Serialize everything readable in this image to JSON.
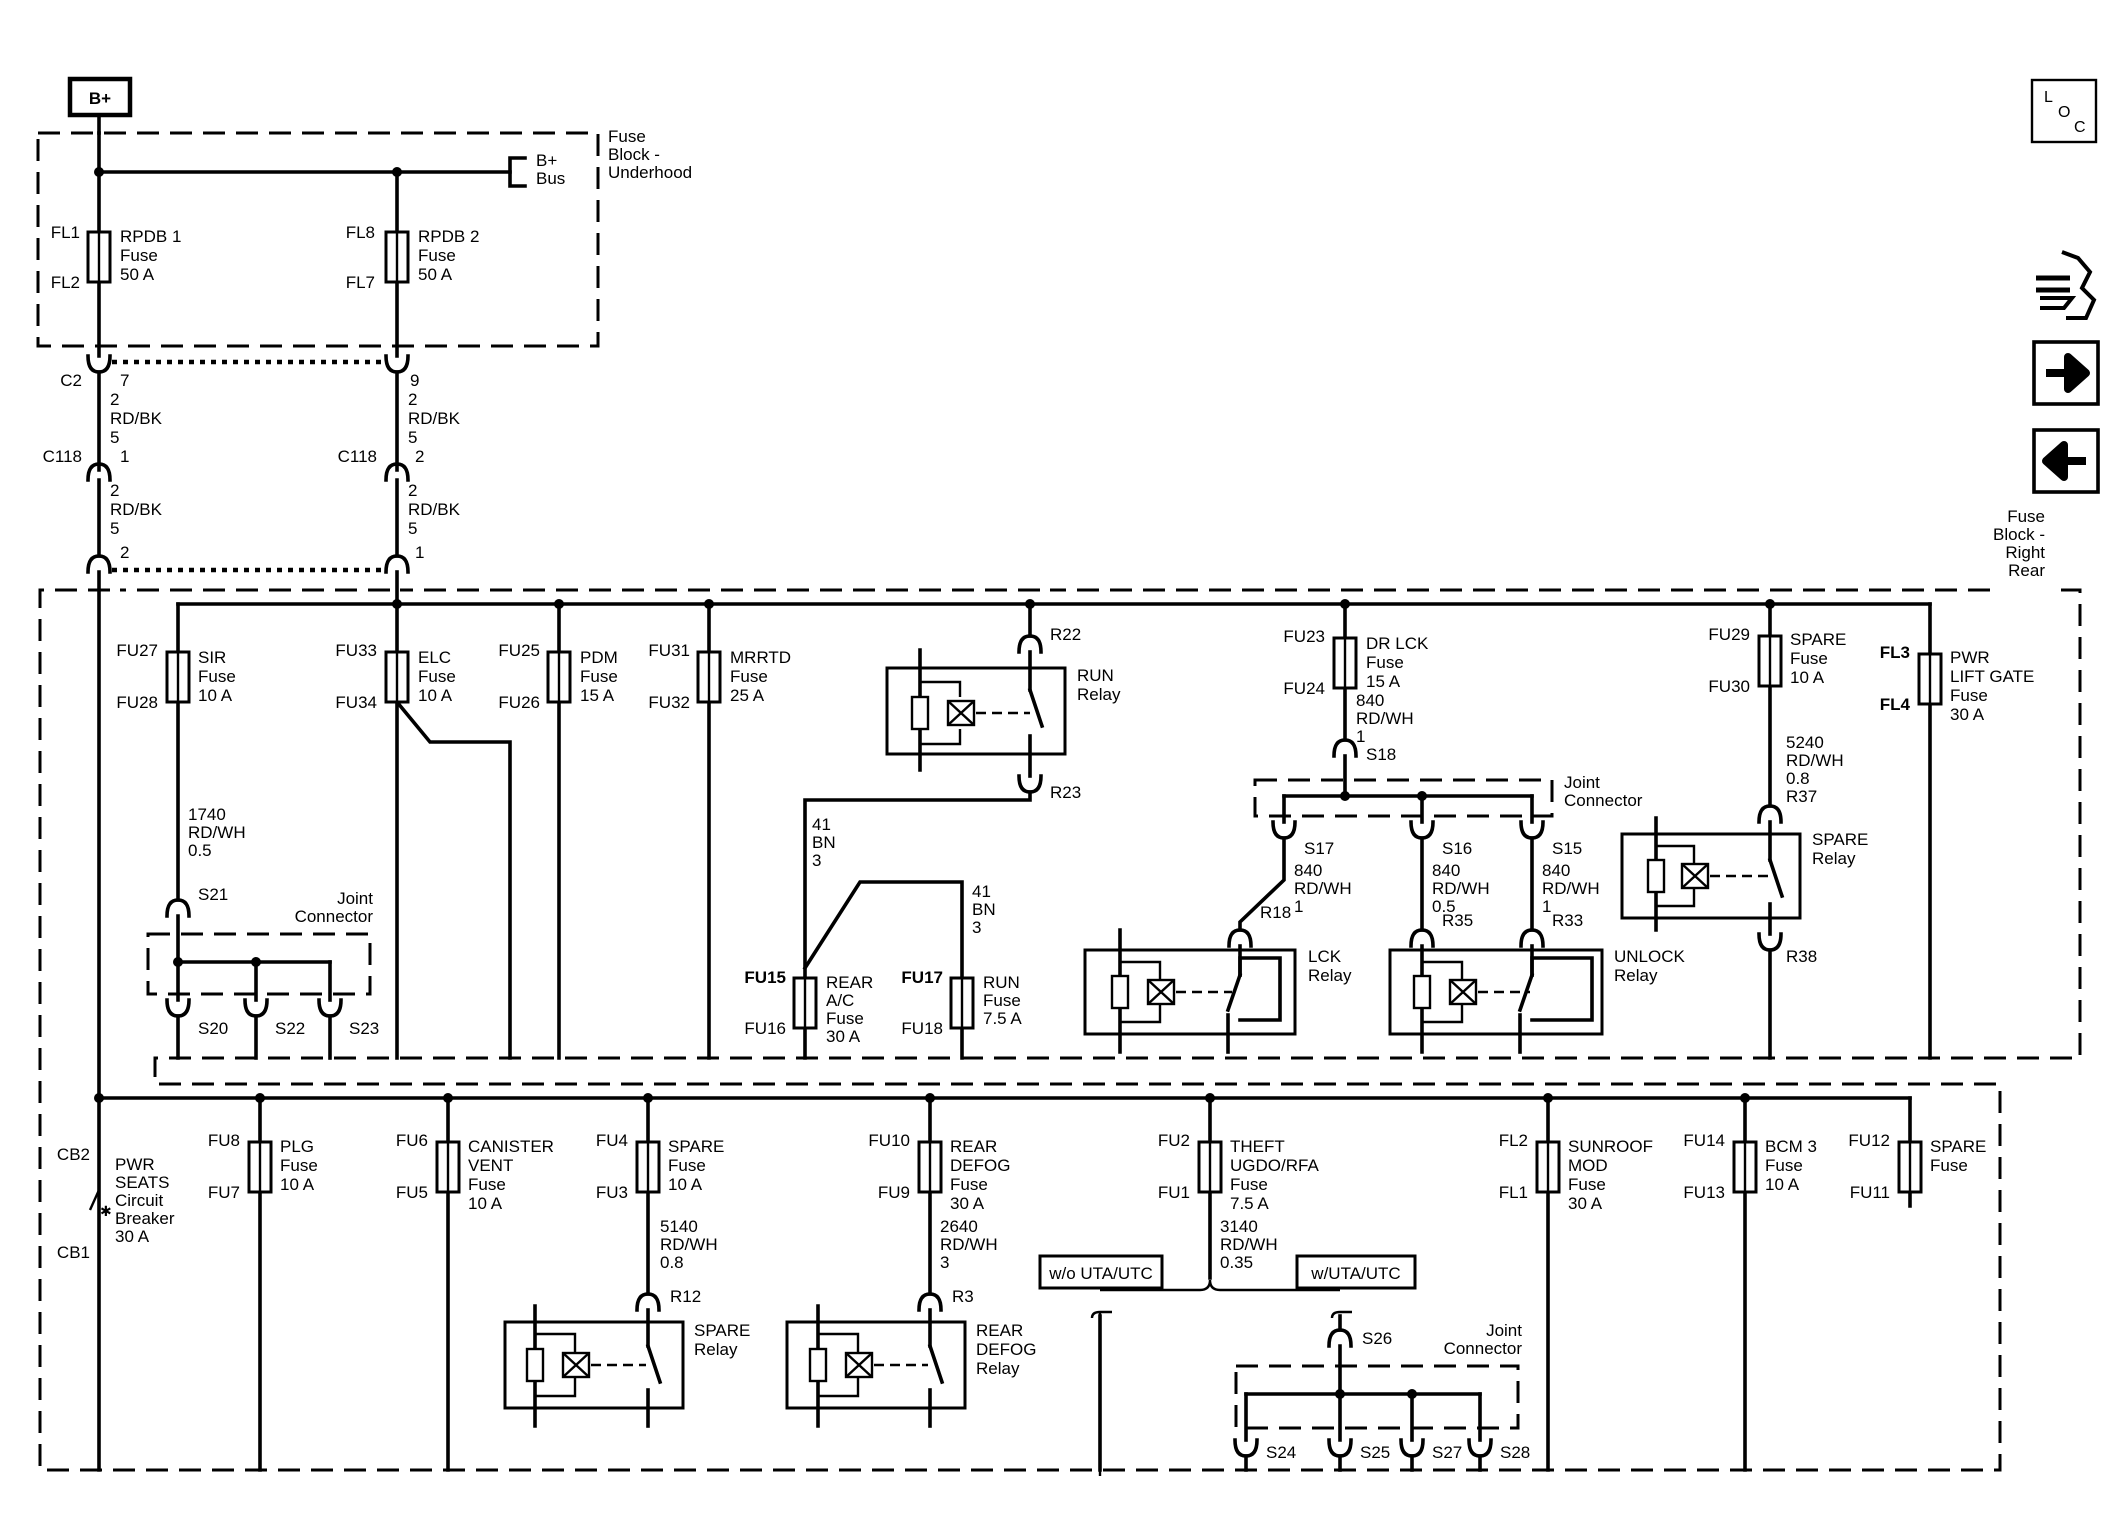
{
  "header": {
    "source_label": "B+"
  },
  "underhood_block": {
    "title_lines": [
      "Fuse",
      "Block -",
      "Underhood"
    ],
    "bus_label_lines": [
      "B+",
      "Bus"
    ],
    "fuses": [
      {
        "top": "FL1",
        "bottom": "FL2",
        "name": "RPDB 1",
        "kind": "Fuse",
        "rating": "50 A"
      },
      {
        "top": "FL8",
        "bottom": "FL7",
        "name": "RPDB 2",
        "kind": "Fuse",
        "rating": "50 A"
      }
    ]
  },
  "connectors": {
    "c2": "C2",
    "c118_left": "C118",
    "c118_right": "C118",
    "left_pins": [
      "7",
      "1",
      "2"
    ],
    "right_pins": [
      "9",
      "2",
      "1"
    ],
    "wire_top": [
      "2",
      "RD/BK",
      "5"
    ],
    "wire_bottom": [
      "2",
      "RD/BK",
      "5"
    ]
  },
  "rear_block": {
    "title_lines": [
      "Fuse",
      "Block -",
      "Right",
      "Rear"
    ],
    "upper_fuses": [
      {
        "top": "FU27",
        "bottom": "FU28",
        "name": "SIR",
        "kind": "Fuse",
        "rating": "10 A"
      },
      {
        "top": "FU33",
        "bottom": "FU34",
        "name": "ELC",
        "kind": "Fuse",
        "rating": "10 A"
      },
      {
        "top": "FU25",
        "bottom": "FU26",
        "name": "PDM",
        "kind": "Fuse",
        "rating": "15 A"
      },
      {
        "top": "FU31",
        "bottom": "FU32",
        "name": "MRRTD",
        "kind": "Fuse",
        "rating": "25 A"
      },
      {
        "top": "FU23",
        "bottom": "FU24",
        "name": "DR LCK",
        "kind": "Fuse",
        "rating": "15 A"
      },
      {
        "top": "FU29",
        "bottom": "FU30",
        "name": "SPARE",
        "kind": "Fuse",
        "rating": "10 A"
      },
      {
        "top": "FL3",
        "bottom": "FL4",
        "name": "PWR",
        "name2": "LIFT GATE",
        "kind": "Fuse",
        "rating": "30 A"
      },
      {
        "top": "FU15",
        "bottom": "FU16",
        "name": "REAR",
        "name2": "A/C",
        "kind": "Fuse",
        "rating": "30 A"
      },
      {
        "top": "FU17",
        "bottom": "FU18",
        "name": "RUN",
        "kind": "Fuse",
        "rating": "7.5 A"
      }
    ],
    "lower_fuses": [
      {
        "top": "FU8",
        "bottom": "FU7",
        "name": "PLG",
        "kind": "Fuse",
        "rating": "10 A"
      },
      {
        "top": "FU6",
        "bottom": "FU5",
        "name": "CANISTER",
        "name2": "VENT",
        "kind": "Fuse",
        "rating": "10 A"
      },
      {
        "top": "FU4",
        "bottom": "FU3",
        "name": "SPARE",
        "kind": "Fuse",
        "rating": "10 A"
      },
      {
        "top": "FU10",
        "bottom": "FU9",
        "name": "REAR",
        "name2": "DEFOG",
        "kind": "Fuse",
        "rating": "30 A"
      },
      {
        "top": "FU2",
        "bottom": "FU1",
        "name": "THEFT",
        "name2": "UGDO/RFA",
        "kind": "Fuse",
        "rating": "7.5 A"
      },
      {
        "top": "FL2",
        "bottom": "FL1",
        "name": "SUNROOF",
        "name2": "MOD",
        "kind": "Fuse",
        "rating": "30 A"
      },
      {
        "top": "FU14",
        "bottom": "FU13",
        "name": "BCM 3",
        "kind": "Fuse",
        "rating": "10 A"
      },
      {
        "top": "FU12",
        "bottom": "FU11",
        "name": "SPARE",
        "kind": "Fuse",
        "rating": ""
      }
    ],
    "breaker": {
      "top": "CB2",
      "bottom": "CB1",
      "lines": [
        "PWR",
        "SEATS",
        "Circuit",
        "Breaker",
        "30 A"
      ]
    },
    "relays": {
      "run": [
        "RUN",
        "Relay"
      ],
      "lck": [
        "LCK",
        "Relay"
      ],
      "unlock": [
        "UNLOCK",
        "Relay"
      ],
      "spare_upper": [
        "SPARE",
        "Relay"
      ],
      "spare_lower": [
        "SPARE",
        "Relay"
      ],
      "rear_defog": [
        "REAR",
        "DEFOG",
        "Relay"
      ]
    },
    "terminals": {
      "r22": "R22",
      "r23": "R23",
      "r18": "R18",
      "r35": "R35",
      "r33": "R33",
      "r37": "R37",
      "r38": "R38",
      "r12": "R12",
      "r3": "R3",
      "s17": "S17",
      "s16": "S16",
      "s15": "S15",
      "s18": "S18",
      "s21": "S21",
      "s20": "S20",
      "s22": "S22",
      "s23": "S23",
      "s24": "S24",
      "s25": "S25",
      "s26": "S26",
      "s27": "S27",
      "s28": "S28"
    },
    "joint_connector": [
      "Joint",
      "Connector"
    ],
    "wires": {
      "sir": [
        "1740",
        "RD/WH",
        "0.5"
      ],
      "run_relay": [
        "41",
        "BN",
        "3"
      ],
      "run_fuse": [
        "41",
        "BN",
        "3"
      ],
      "dr_lck": [
        "840",
        "RD/WH",
        "1"
      ],
      "s17": [
        "840",
        "RD/WH",
        "1"
      ],
      "s16": [
        "840",
        "RD/WH",
        "0.5"
      ],
      "s15": [
        "840",
        "RD/WH",
        "1"
      ],
      "spare_relay": [
        "5240",
        "RD/WH",
        "0.8"
      ],
      "spare_lower": [
        "5140",
        "RD/WH",
        "0.8"
      ],
      "rear_defog": [
        "2640",
        "RD/WH",
        "3"
      ],
      "theft": [
        "3140",
        "RD/WH",
        "0.35"
      ]
    },
    "options": {
      "without": "w/o UTA/UTC",
      "with": "w/UTA/UTC"
    }
  },
  "navigation": {
    "loc_letters": [
      "L",
      "O",
      "C"
    ],
    "icons": [
      "connector-view-icon",
      "next-page-arrow-icon",
      "previous-page-arrow-icon"
    ]
  }
}
